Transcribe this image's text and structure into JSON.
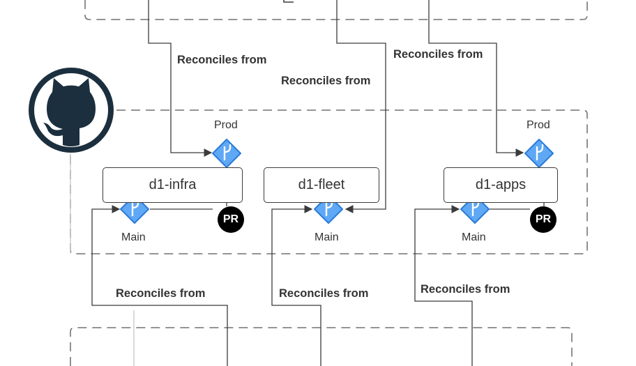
{
  "repos": {
    "infra": "d1-infra",
    "fleet": "d1-fleet",
    "apps": "d1-apps"
  },
  "branches": {
    "main": "Main",
    "prod": "Prod"
  },
  "badges": {
    "pr": "PR"
  },
  "edges": {
    "reconciles_from": "Reconciles from"
  },
  "icons": {
    "github": "github-octocat-icon",
    "branch": "git-branch-diamond-icon"
  },
  "colors": {
    "branch_light": "#5fa8f5",
    "branch_dark": "#2a7bd8",
    "github": "#1b2f3e",
    "line": "#3b3b3b",
    "dash": "#555555"
  }
}
